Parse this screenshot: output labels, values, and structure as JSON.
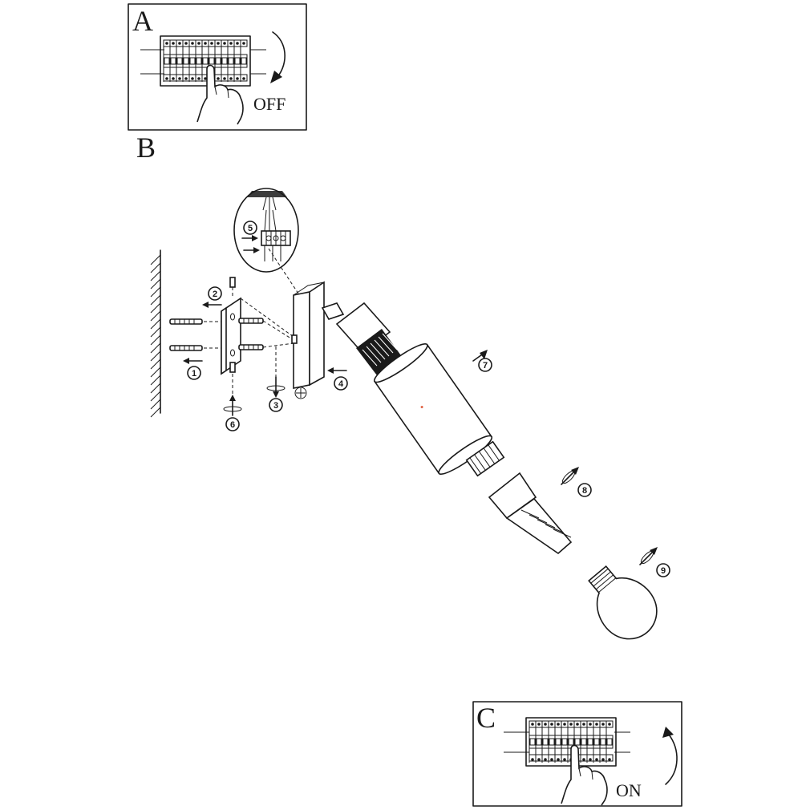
{
  "panels": {
    "a": {
      "letter": "A",
      "caption": "OFF"
    },
    "b": {
      "letter": "B"
    },
    "c": {
      "letter": "C",
      "caption": "ON"
    }
  },
  "steps": [
    "1",
    "2",
    "3",
    "4",
    "5",
    "6",
    "7",
    "8",
    "9"
  ],
  "icons": [
    "circuit-breaker-icon",
    "hand-icon",
    "rotation-arrow-icon",
    "screw-icon",
    "lamp-socket-icon",
    "light-bulb-icon",
    "wall-icon"
  ]
}
